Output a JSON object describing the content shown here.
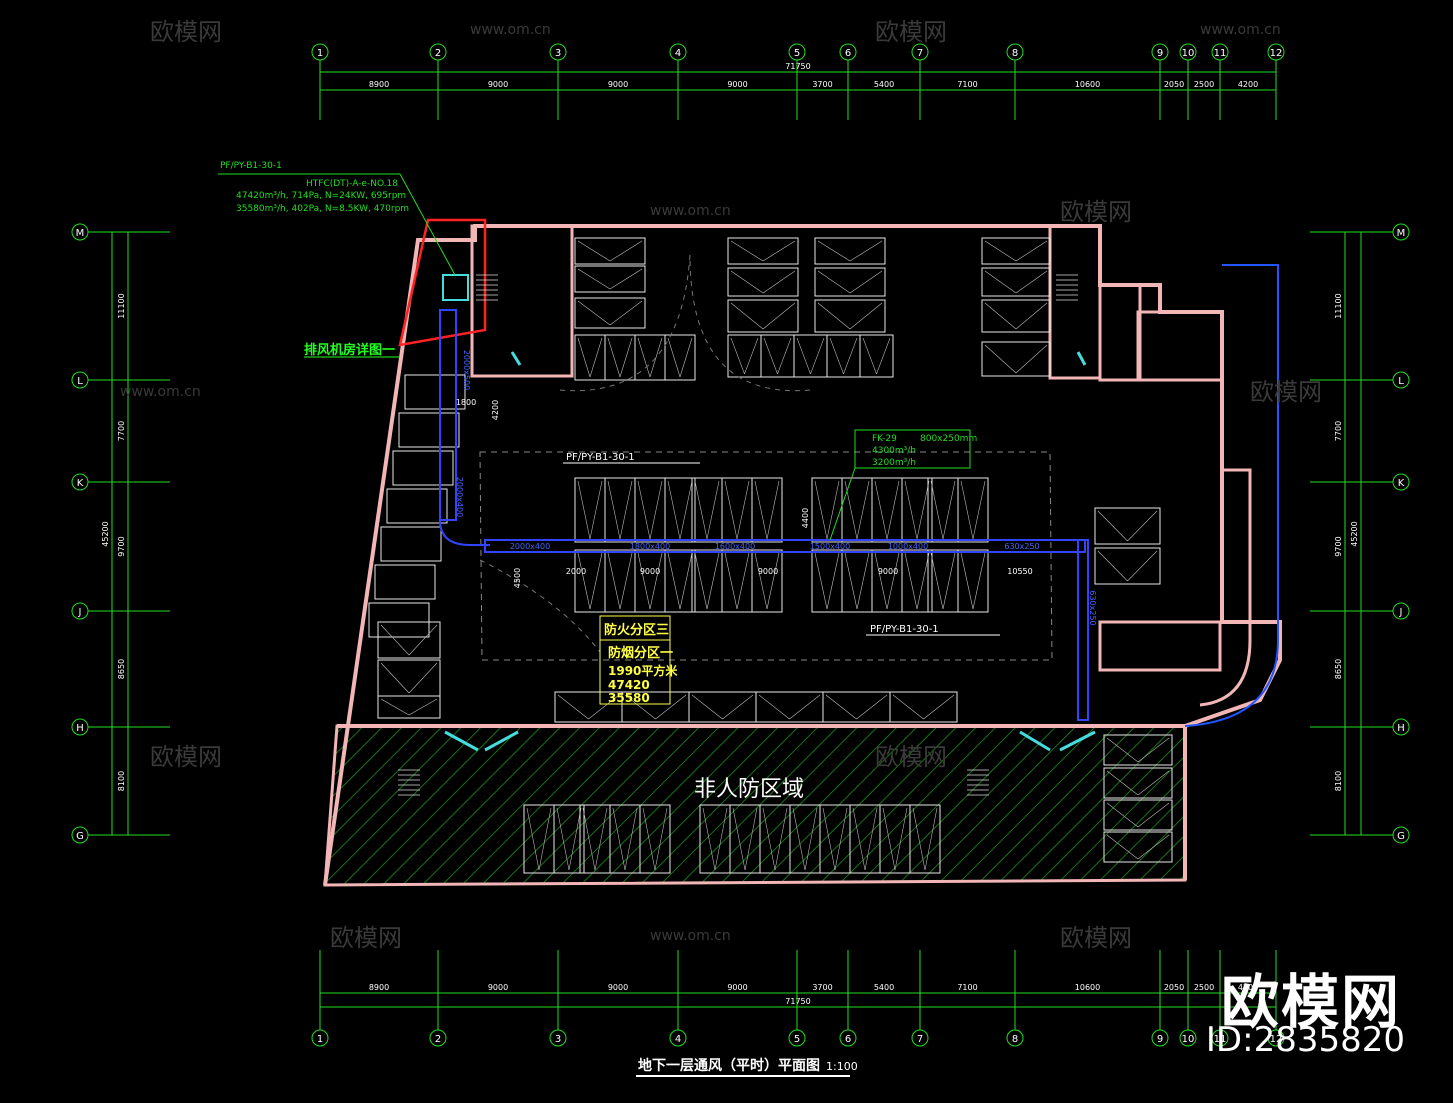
{
  "drawing_title": "地下一层通风（平时）平面图",
  "drawing_scale": "1:100",
  "grid_columns": [
    "1",
    "2",
    "3",
    "4",
    "5",
    "6",
    "7",
    "8",
    "9",
    "10",
    "11",
    "12"
  ],
  "grid_rows": [
    "M",
    "L",
    "K",
    "J",
    "H",
    "G"
  ],
  "dims_x": [
    "8900",
    "9000",
    "9000",
    "9000",
    "3700",
    "5400",
    "7100",
    "10600",
    "2050",
    "2500",
    "4200"
  ],
  "dims_x_total": "71750",
  "dims_y": [
    "11100",
    "7700",
    "9700",
    "8650",
    "8100"
  ],
  "dims_y_total": "45200",
  "equipment_label": "PF/PY-B1-30-1",
  "equipment_spec": "HTFC(DT)-A-e-NO.18",
  "equipment_line1": "47420m³/h, 714Pa, N=24KW, 695rpm",
  "equipment_line2": "35580m³/h, 402Pa, N=8.5KW, 470rpm",
  "room_detail_label": "排风机房详图一",
  "duct_label_1": "PF/PY-B1-30-1",
  "duct_label_2": "PF/PY-B1-30-1",
  "fire_zone": "防火分区三",
  "smoke_zone": "防烟分区一",
  "area_value": "1990平方米",
  "flow_1": "47420",
  "flow_2": "35580",
  "non_civil_defense": "非人防区域",
  "damper_tag": "FK-29",
  "damper_size": "800x250mm",
  "damper_flow_1": "4300m³/h",
  "damper_flow_2": "3200m³/h",
  "duct_sizes": [
    "2000x400",
    "1800x400",
    "1600x400",
    "1500x400",
    "1000x400",
    "630x250",
    "2000x500",
    "2000x400",
    "630x250"
  ],
  "bay_dims": [
    "2000",
    "9000",
    "9000",
    "9000",
    "10550",
    "4500",
    "4400",
    "1800",
    "4200"
  ],
  "watermark_site": "www.om.cn",
  "watermark_brand": "欧模网",
  "watermark_id": "ID:2835820",
  "colors": {
    "grid": "#22dd22",
    "wall": "#f2b6b6",
    "duct": "#3344ff",
    "hatch": "#1a8a1a",
    "text": "#ffffff",
    "alert": "#ff2222",
    "cyan": "#44dddd",
    "yellow": "#ffff44"
  }
}
